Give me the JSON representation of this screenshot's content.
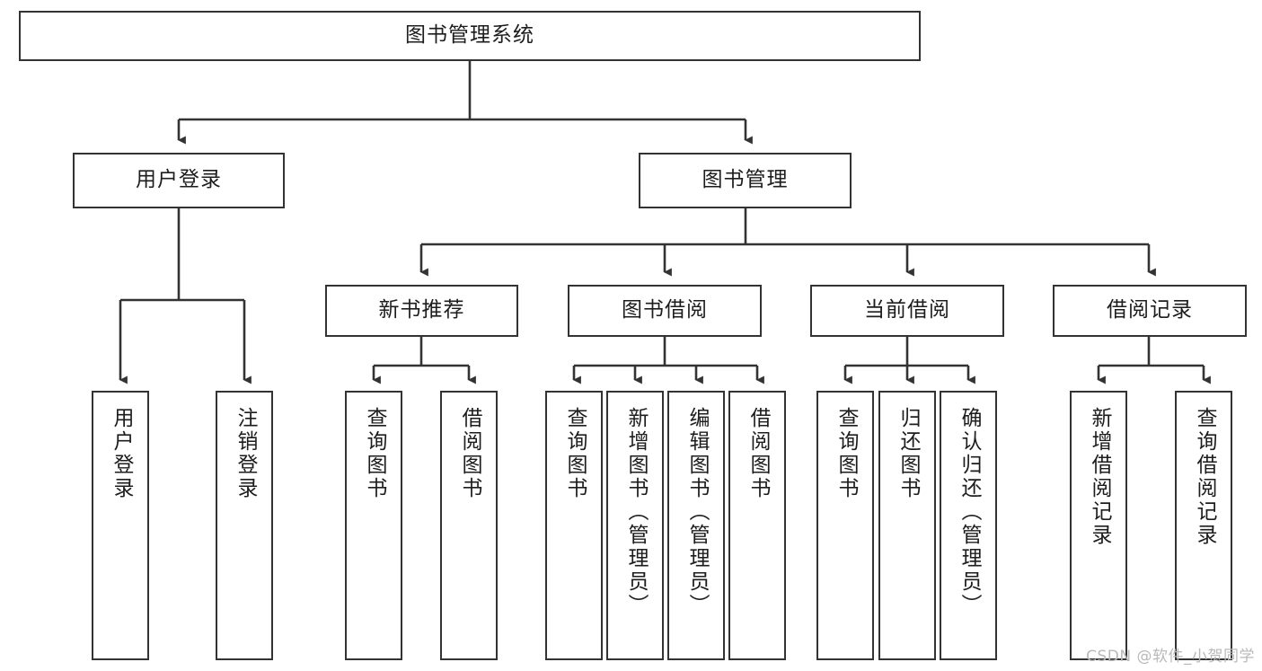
{
  "diagram": {
    "type": "tree-hierarchy-chart",
    "title": "图书管理系统",
    "watermark": "CSDN @软件_小贺同学",
    "colors": {
      "background": "#ffffff",
      "box_border": "#333333",
      "box_fill": "#ffffff",
      "connector": "#333333",
      "text": "#1d1d1d",
      "watermark": "#b9b9b9"
    },
    "root": {
      "label": "图书管理系统"
    },
    "level2": [
      {
        "label": "用户登录"
      },
      {
        "label": "图书管理"
      }
    ],
    "level3": [
      {
        "label": "新书推荐"
      },
      {
        "label": "图书借阅"
      },
      {
        "label": "当前借阅"
      },
      {
        "label": "借阅记录"
      }
    ],
    "leaves": {
      "user_login": [
        {
          "label": "用户登录"
        },
        {
          "label": "注销登录"
        }
      ],
      "new_book_recommend": [
        {
          "label": "查询图书"
        },
        {
          "label": "借阅图书"
        }
      ],
      "book_borrow": [
        {
          "label": "查询图书"
        },
        {
          "label": "新增图书（管理员）"
        },
        {
          "label": "编辑图书（管理员）"
        },
        {
          "label": "借阅图书"
        }
      ],
      "current_borrow": [
        {
          "label": "查询图书"
        },
        {
          "label": "归还图书"
        },
        {
          "label": "确认归还（管理员）"
        }
      ],
      "borrow_record": [
        {
          "label": "新增借阅记录"
        },
        {
          "label": "查询借阅记录"
        }
      ]
    }
  }
}
